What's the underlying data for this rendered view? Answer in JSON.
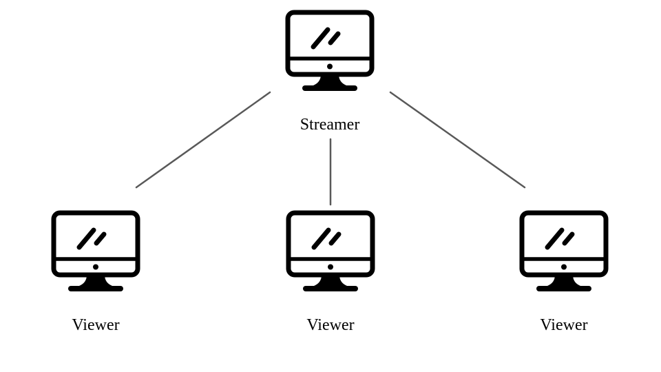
{
  "diagram": {
    "background_color": "#ffffff",
    "edge_color": "#595959",
    "icon_color": "#000000",
    "label_color": "#000000",
    "nodes": [
      {
        "id": "streamer",
        "label": "Streamer",
        "icon": "desktop-computer-icon"
      },
      {
        "id": "viewer-left",
        "label": "Viewer",
        "icon": "desktop-computer-icon"
      },
      {
        "id": "viewer-center",
        "label": "Viewer",
        "icon": "desktop-computer-icon"
      },
      {
        "id": "viewer-right",
        "label": "Viewer",
        "icon": "desktop-computer-icon"
      }
    ],
    "edges": [
      {
        "from": "streamer",
        "to": "viewer-left"
      },
      {
        "from": "streamer",
        "to": "viewer-center"
      },
      {
        "from": "streamer",
        "to": "viewer-right"
      }
    ]
  }
}
